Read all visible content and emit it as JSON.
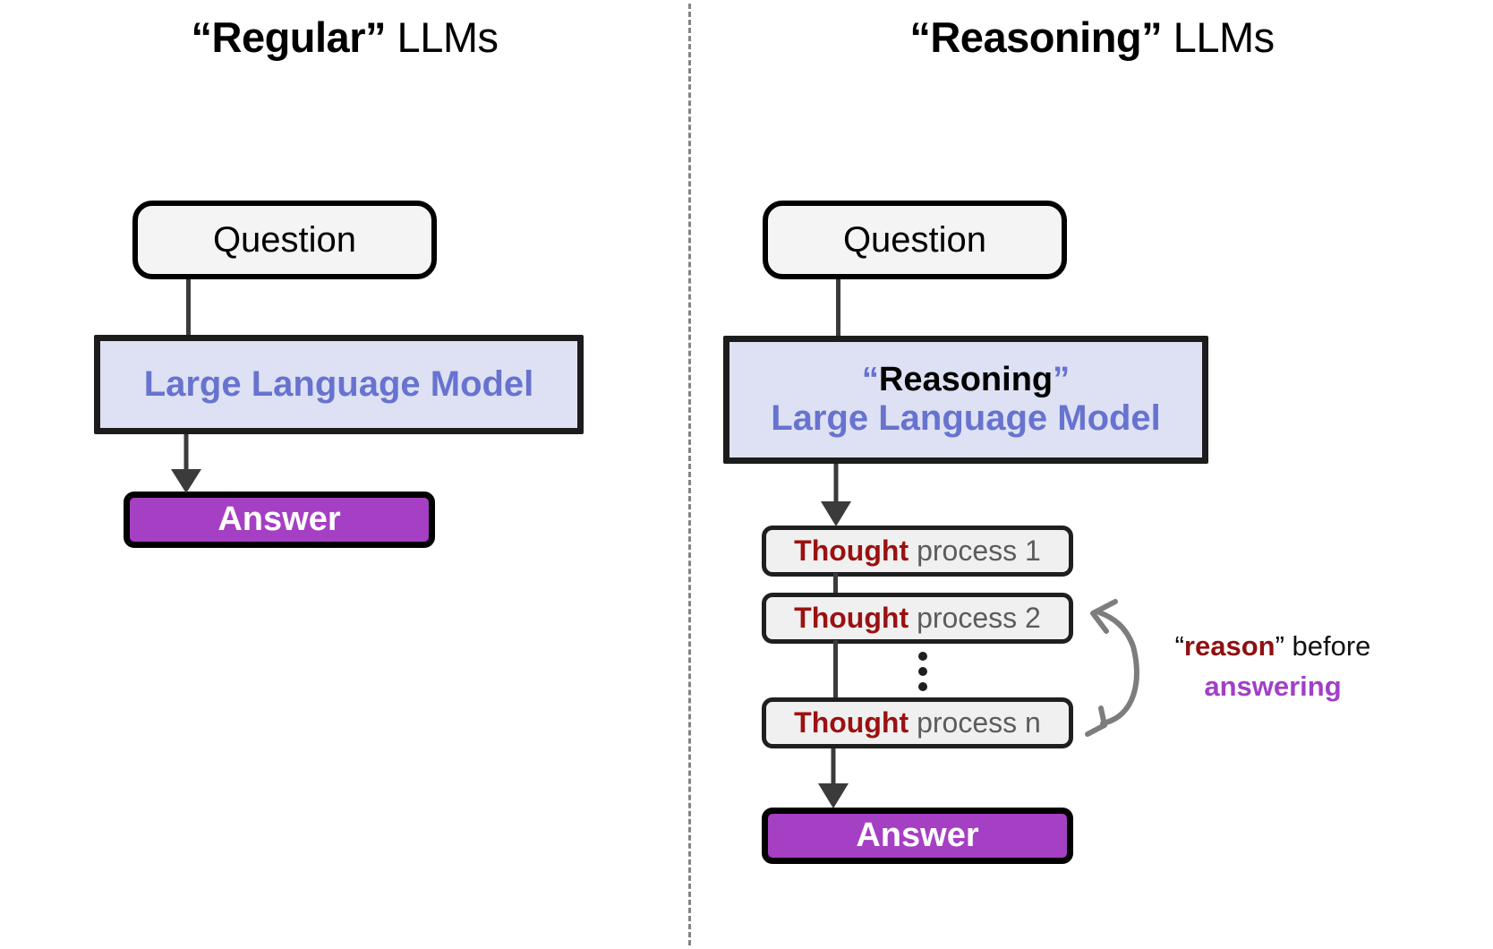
{
  "columns": {
    "left": {
      "title_quoted": "“Regular”",
      "title_rest": " LLMs",
      "nodes": {
        "question": "Question",
        "llm": "Large Language Model",
        "answer": "Answer"
      }
    },
    "right": {
      "title_quoted": "“Reasoning”",
      "title_rest": " LLMs",
      "nodes": {
        "question": "Question",
        "llm_prefix_open": "“",
        "llm_prefix_word": "Reasoning",
        "llm_prefix_close": "”",
        "llm": "Large Language Model",
        "thought_1_label": "Thought",
        "thought_1_rest": "process 1",
        "thought_2_label": "Thought",
        "thought_2_rest": "process 2",
        "ellipsis": "⋮",
        "thought_n_label": "Thought",
        "thought_n_rest": "process n",
        "answer": "Answer"
      },
      "annotation": {
        "line1_open_quote": "“",
        "line1_emph": "reason",
        "line1_close_quote": "”",
        "line1_rest": " before",
        "line2": "answering"
      }
    }
  },
  "colors": {
    "llm_box_fill": "#dee1f3",
    "llm_text": "#6773cf",
    "answer_fill": "#a53fc3",
    "answer_text": "#ffffff",
    "thought_fill": "#f0f0f0",
    "thought_emph": "#9b1111",
    "thought_rest": "#5c5c5c",
    "question_fill": "#f4f4f4",
    "connector": "#3b3b3b",
    "divider": "#838383",
    "annotation_emph": "#8f1010",
    "annotation_answering": "#a13fc6",
    "curved_arrow": "#7d7d7d"
  }
}
